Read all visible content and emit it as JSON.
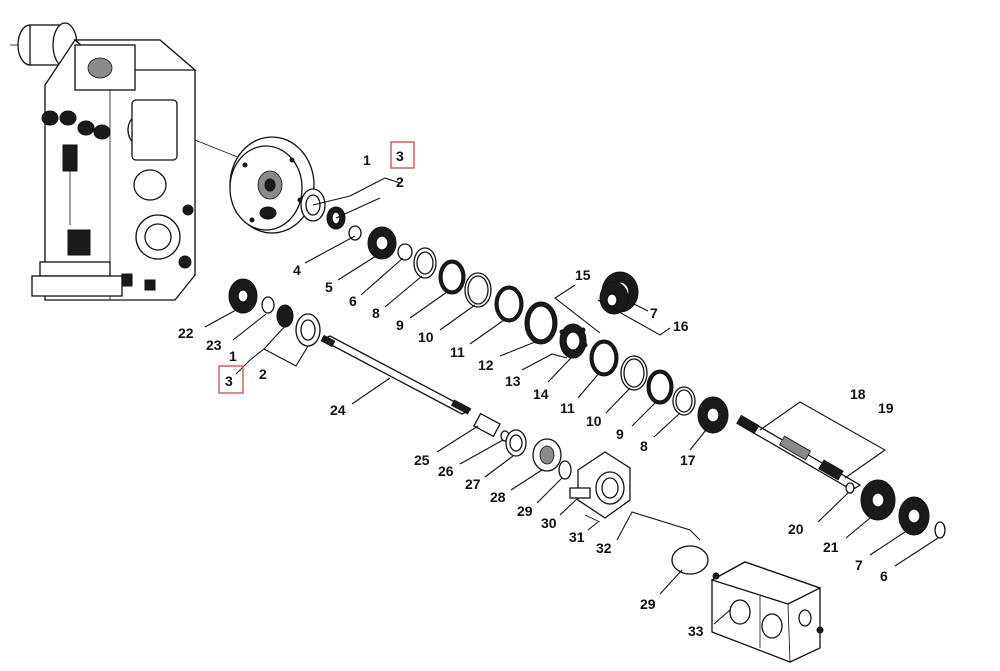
{
  "highlight_color": "#d9534f",
  "callouts": {
    "c1a": "1",
    "c3a": "3",
    "c2a": "2",
    "c4": "4",
    "c5": "5",
    "c6a": "6",
    "c8a": "8",
    "c9a": "9",
    "c10a": "10",
    "c11a": "11",
    "c12": "12",
    "c13": "13",
    "c14": "14",
    "c15": "15",
    "c7a": "7",
    "c16": "16",
    "c22": "22",
    "c23": "23",
    "c1b": "1",
    "c2b": "2",
    "c3b": "3",
    "c24": "24",
    "c11b": "11",
    "c10b": "10",
    "c9b": "9",
    "c8b": "8",
    "c17": "17",
    "c18": "18",
    "c19": "19",
    "c25": "25",
    "c26": "26",
    "c27": "27",
    "c28": "28",
    "c29a": "29",
    "c30": "30",
    "c31": "31",
    "c32": "32",
    "c20": "20",
    "c21": "21",
    "c7b": "7",
    "c6b": "6",
    "c29b": "29",
    "c33": "33"
  }
}
